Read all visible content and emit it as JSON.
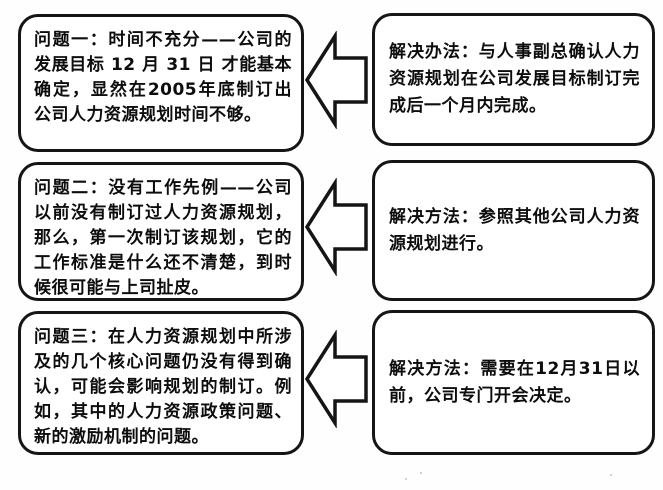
{
  "diagram": {
    "type": "problem-solution flowchart",
    "arrow_direction": "left",
    "icons": {
      "arrow": "left-block-arrow"
    },
    "colors": {
      "background": "#ffffff",
      "box_border": "#151515",
      "text": "#0d0d0d"
    },
    "rows": [
      {
        "problem": "问题一：时间不充分——公司的发展目标 12 月 31 日 才能基本确定，显然在2005年底制订出公司人力资源规划时间不够。",
        "solution": "解决办法：与人事副总确认人力资源规划在公司发展目标制订完成后一个月内完成。"
      },
      {
        "problem": "问题二：没有工作先例——公司以前没有制订过人力资源规划，那么，第一次制订该规划，它的工作标准是什么还不清楚，到时候很可能与上司扯皮。",
        "solution": "解决方法：参照其他公司人力资源规划进行。"
      },
      {
        "problem": "问题三：在人力资源规划中所涉及的几个核心问题仍没有得到确认，可能会影响规划的制订。例如，其中的人力资源政策问题、新的激励机制的问题。",
        "solution": "解决方法：需要在12月31日以前，公司专门开会决定。"
      }
    ]
  }
}
